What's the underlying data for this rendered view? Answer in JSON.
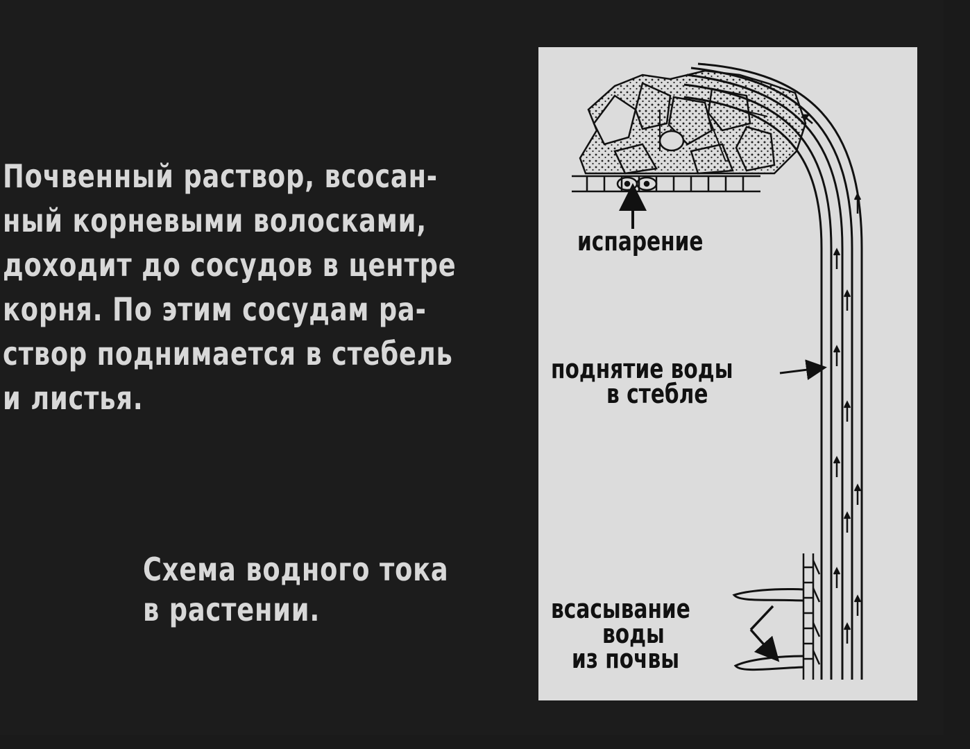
{
  "text": {
    "paragraph": [
      "Почвенный раствор, всосан-",
      "ный корневыми волосками,",
      "доходит до сосудов в центре",
      "корня. По этим сосудам ра-",
      "створ поднимается в стебель",
      "и листья."
    ],
    "caption": [
      "Схема водного тока",
      "в растении."
    ]
  },
  "diagram": {
    "labels": {
      "evaporation": "испарение",
      "rise_line1": "поднятие воды",
      "rise_line2": "в стебле",
      "absorb_line1": "всасывание",
      "absorb_line2": "воды",
      "absorb_line3": "из почвы"
    }
  },
  "colors": {
    "background": "#1c1c1c",
    "text": "#d8d8d8",
    "panel": "#dcdcdc",
    "ink": "#111111"
  }
}
